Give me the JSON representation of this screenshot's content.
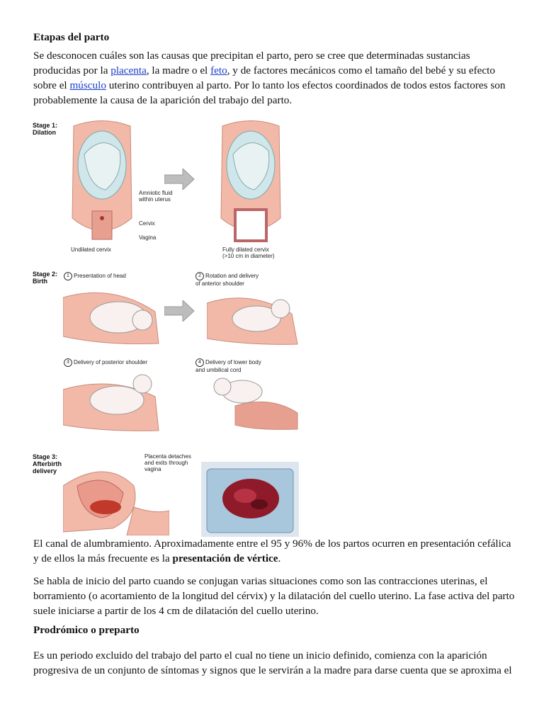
{
  "section1": {
    "heading": "Etapas del parto",
    "para": {
      "t1": "Se desconocen cuáles son las causas que precipitan el parto, pero se cree que determinadas sustancias producidas por la ",
      "link_placenta": "placenta",
      "t2": ", la madre o el ",
      "link_feto": "feto",
      "t3": ", y de factores mecánicos como el tamaño del bebé y su efecto sobre el ",
      "link_musculo": "músculo",
      "t4": " uterino contribuyen al parto. Por lo tanto los efectos coordinados de todos estos factores son probablemente la causa de la aparición del trabajo del parto."
    }
  },
  "figure": {
    "stage1": {
      "label": "Stage 1:\nDilation",
      "amniotic": "Amniotic fluid\nwithin uterus",
      "cervix": "Cervix",
      "vagina": "Vagina",
      "undilated": "Undilated cervix",
      "dilated": "Fully dilated cervix\n(>10 cm in diameter)"
    },
    "stage2": {
      "label": "Stage 2:\nBirth",
      "step1_num": "1",
      "step1": "Presentation of head",
      "step2_num": "2",
      "step2": "Rotation and delivery\nof anterior shoulder",
      "step3_num": "3",
      "step3": "Delivery of posterior shoulder",
      "step4_num": "4",
      "step4": "Delivery of lower body\nand umbilical cord"
    },
    "stage3": {
      "label": "Stage 3:\nAfterbirth\ndelivery",
      "placenta": "Placenta detaches\nand exits through\nvagina"
    }
  },
  "section2": {
    "p1_a": "El canal de alumbramiento. Aproximadamente entre el 95 y 96% de los partos ocurren en presentación cefálica y de ellos la más frecuente es la ",
    "p1_bold": "presentación de vértice",
    "p1_b": ".",
    "p2": "Se habla de inicio del parto cuando se conjugan varias situaciones como son las contracciones uterinas, el borramiento (o acortamiento de la longitud del cérvix) y la dilatación del cuello uterino. La fase activa del parto suele iniciarse a partir de los 4 cm de dilatación del cuello uterino.",
    "heading": "Prodrómico o preparto",
    "p3": "Es un periodo excluido del trabajo del parto el cual no tiene un inicio definido, comienza con la aparición progresiva de un conjunto de síntomas y signos que le servirán a la madre para darse cuenta que se aproxima el"
  },
  "colors": {
    "link": "#1a3fc6",
    "tissue": "#f2b9a8",
    "fluid": "#cfe6ea",
    "arrow": "#bdbdbd",
    "blood": "#8e1a2a"
  }
}
